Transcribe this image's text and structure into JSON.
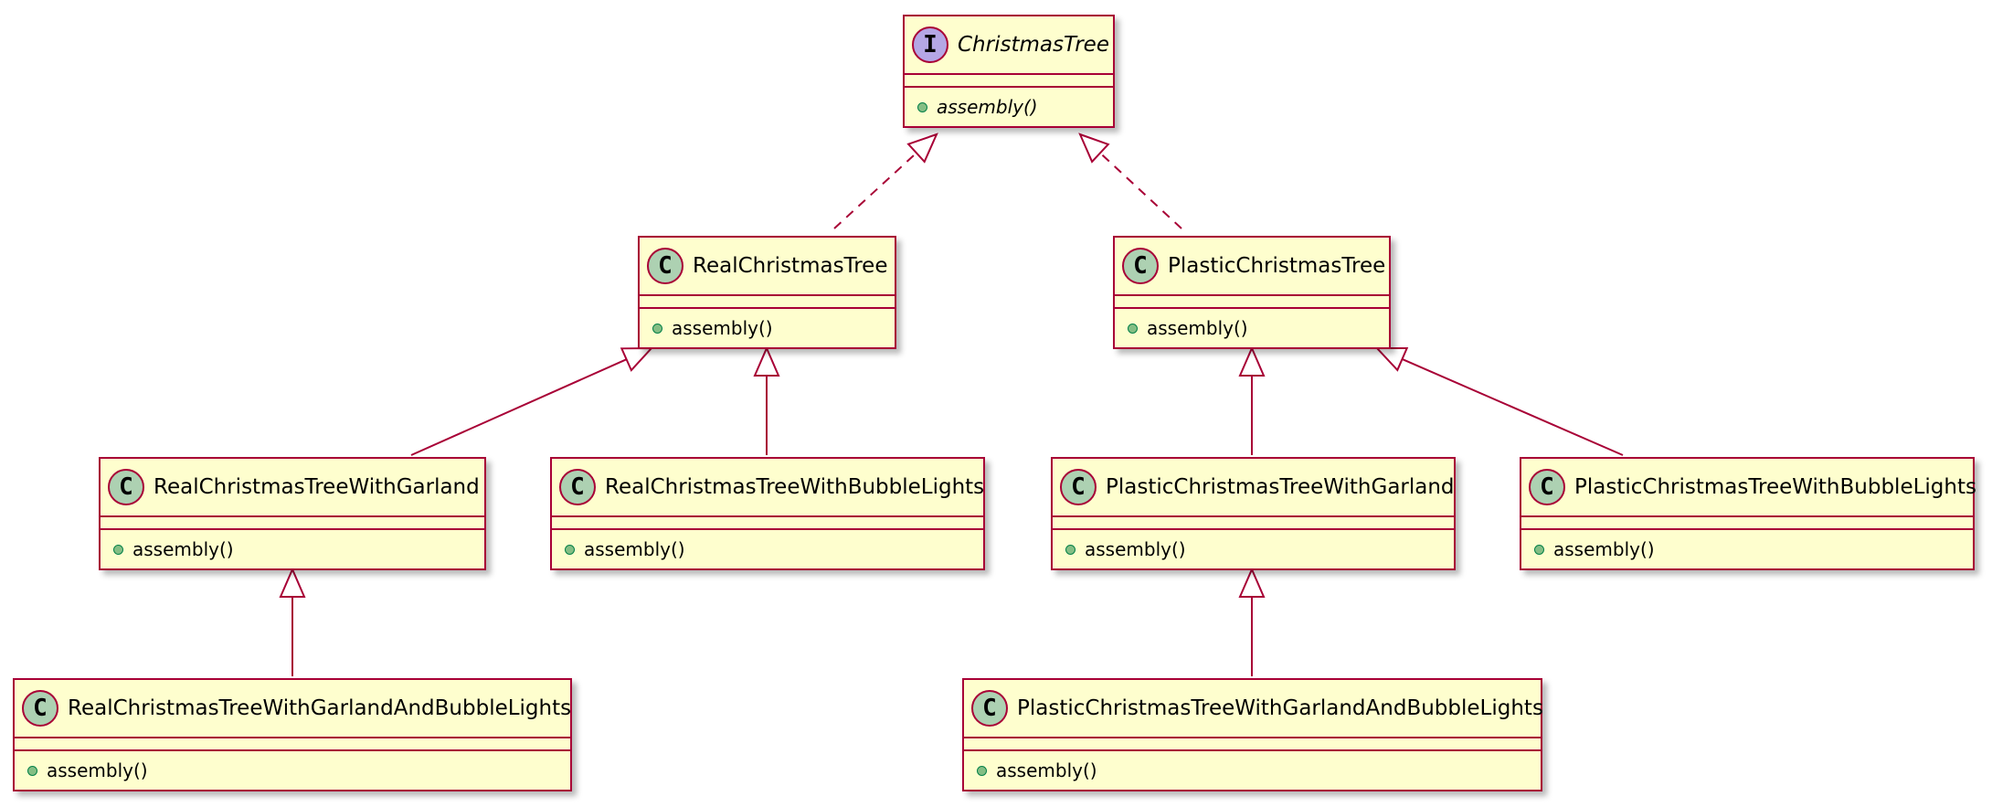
{
  "diagram": {
    "nodes": [
      {
        "id": "christmas-tree",
        "kind": "interface",
        "badge": "I",
        "name": "ChristmasTree",
        "method": "assembly()"
      },
      {
        "id": "real-christmas-tree",
        "kind": "class",
        "badge": "C",
        "name": "RealChristmasTree",
        "method": "assembly()"
      },
      {
        "id": "plastic-christmas-tree",
        "kind": "class",
        "badge": "C",
        "name": "PlasticChristmasTree",
        "method": "assembly()"
      },
      {
        "id": "real-christmas-tree-with-garland",
        "kind": "class",
        "badge": "C",
        "name": "RealChristmasTreeWithGarland",
        "method": "assembly()"
      },
      {
        "id": "real-christmas-tree-with-bubble-lights",
        "kind": "class",
        "badge": "C",
        "name": "RealChristmasTreeWithBubbleLights",
        "method": "assembly()"
      },
      {
        "id": "plastic-christmas-tree-with-garland",
        "kind": "class",
        "badge": "C",
        "name": "PlasticChristmasTreeWithGarland",
        "method": "assembly()"
      },
      {
        "id": "plastic-christmas-tree-with-bubble-lights",
        "kind": "class",
        "badge": "C",
        "name": "PlasticChristmasTreeWithBubbleLights",
        "method": "assembly()"
      },
      {
        "id": "real-christmas-tree-with-garland-and-bubble-lights",
        "kind": "class",
        "badge": "C",
        "name": "RealChristmasTreeWithGarlandAndBubbleLights",
        "method": "assembly()"
      },
      {
        "id": "plastic-christmas-tree-with-garland-and-bubble-lights",
        "kind": "class",
        "badge": "C",
        "name": "PlasticChristmasTreeWithGarlandAndBubbleLights",
        "method": "assembly()"
      }
    ],
    "edges": [
      {
        "from": "real-christmas-tree",
        "to": "christmas-tree",
        "type": "realization"
      },
      {
        "from": "plastic-christmas-tree",
        "to": "christmas-tree",
        "type": "realization"
      },
      {
        "from": "real-christmas-tree-with-garland",
        "to": "real-christmas-tree",
        "type": "inheritance"
      },
      {
        "from": "real-christmas-tree-with-bubble-lights",
        "to": "real-christmas-tree",
        "type": "inheritance"
      },
      {
        "from": "plastic-christmas-tree-with-garland",
        "to": "plastic-christmas-tree",
        "type": "inheritance"
      },
      {
        "from": "plastic-christmas-tree-with-bubble-lights",
        "to": "plastic-christmas-tree",
        "type": "inheritance"
      },
      {
        "from": "real-christmas-tree-with-garland-and-bubble-lights",
        "to": "real-christmas-tree-with-garland",
        "type": "inheritance"
      },
      {
        "from": "plastic-christmas-tree-with-garland-and-bubble-lights",
        "to": "plastic-christmas-tree-with-garland",
        "type": "inheritance"
      }
    ],
    "colors": {
      "border": "#a80036",
      "fill": "#fefece",
      "class_badge": "#add1b2",
      "interface_badge": "#b4a7e5",
      "public_method_dot": "#84be84"
    }
  }
}
